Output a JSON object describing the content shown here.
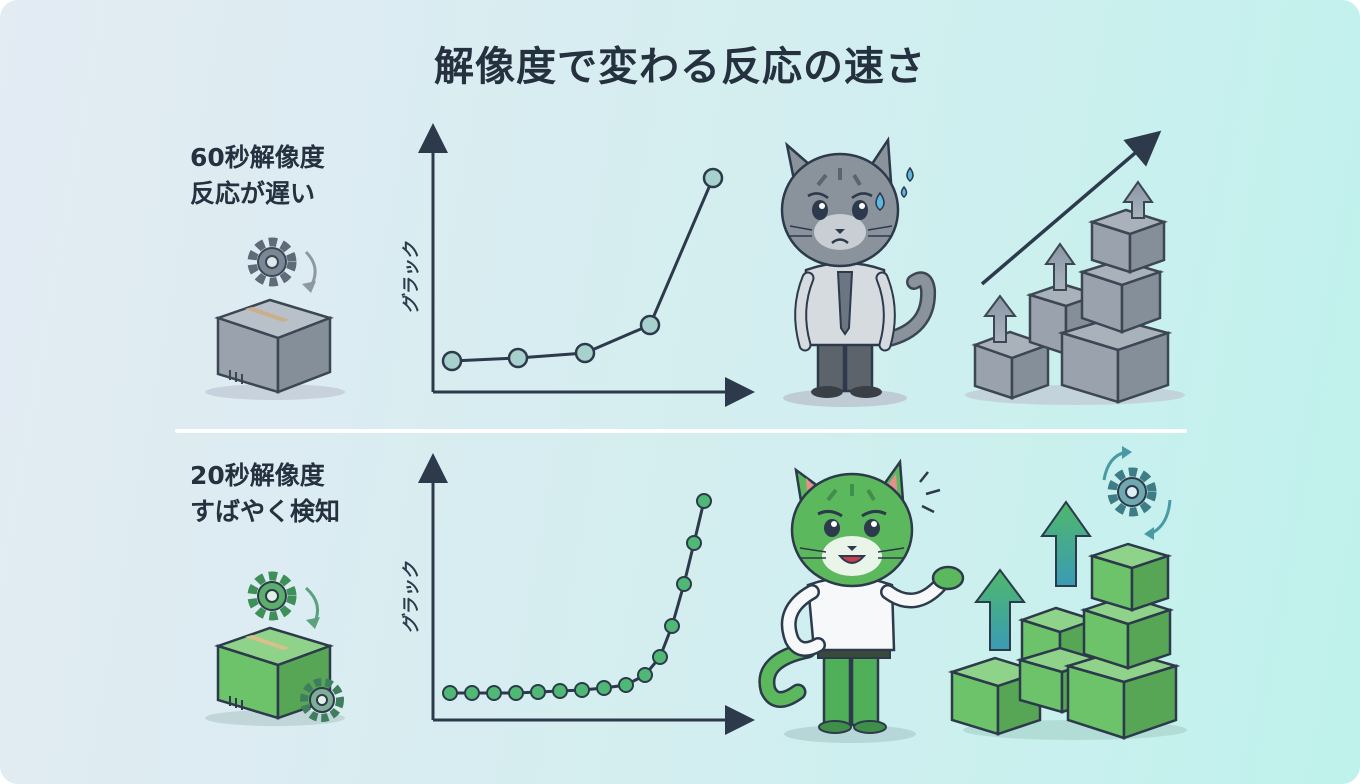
{
  "title": "解像度で変わる反応の速さ",
  "rows": [
    {
      "id": "slow",
      "label_line1": "60秒解像度",
      "label_line2": "反応が遅い",
      "chart_ylabel": "グラック",
      "mood": "worried",
      "color": "#8a929c"
    },
    {
      "id": "fast",
      "label_line1": "20秒解像度",
      "label_line2": "すばやく検知",
      "chart_ylabel": "グラック",
      "mood": "confident",
      "color": "#5cb85c"
    }
  ],
  "icons": {
    "gear": "gear-icon",
    "box": "cardboard-box-icon",
    "arrow": "up-arrow-icon",
    "cat": "cat-character"
  },
  "colors": {
    "text": "#26313f",
    "gray_box": "#9aa3ad",
    "green_box": "#6cc36a",
    "line": "#2c3a4b"
  }
}
